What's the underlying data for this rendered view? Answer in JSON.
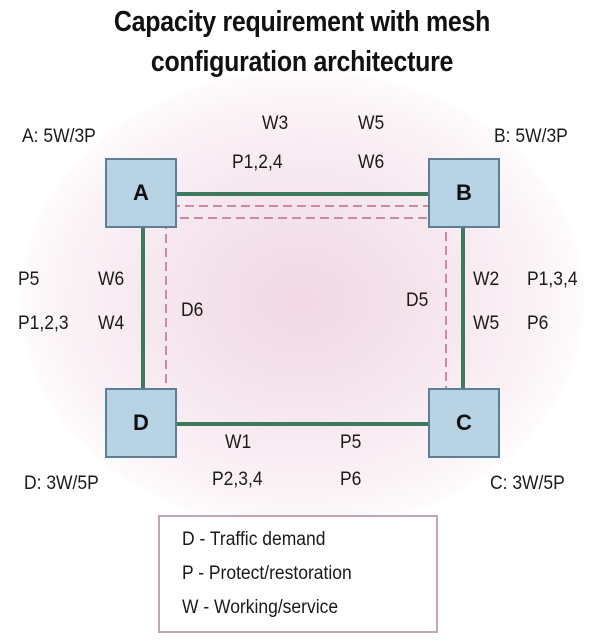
{
  "title": {
    "line1": "Capacity requirement with mesh",
    "line2": "configuration architecture"
  },
  "nodes": {
    "a": {
      "name": "A",
      "capacity": "A: 5W/3P"
    },
    "b": {
      "name": "B",
      "capacity": "B: 5W/3P"
    },
    "c": {
      "name": "C",
      "capacity": "C: 3W/5P"
    },
    "d": {
      "name": "D",
      "capacity": "D: 3W/5P"
    }
  },
  "links": {
    "ab": {
      "w3": "W3",
      "w5": "W5",
      "p124": "P1,2,4",
      "w6": "W6"
    },
    "ad": {
      "p5": "P5",
      "w6": "W6",
      "p123": "P1,2,3",
      "w4": "W4",
      "demand": "D6"
    },
    "bc": {
      "w2": "W2",
      "p134": "P1,3,4",
      "w5": "W5",
      "p6": "P6",
      "demand": "D5"
    },
    "dc": {
      "w1": "W1",
      "p5": "P5",
      "p234": "P2,3,4",
      "p6": "P6"
    }
  },
  "legend": {
    "d": "D - Traffic demand",
    "p": "P - Protect/restoration",
    "w": "W - Working/service"
  },
  "colors": {
    "link": "#3d7a5c",
    "demand": "#c98aa6",
    "node_fill": "#b7d3e4",
    "node_border": "#5c7f96",
    "glow": "#f1d9e4"
  }
}
